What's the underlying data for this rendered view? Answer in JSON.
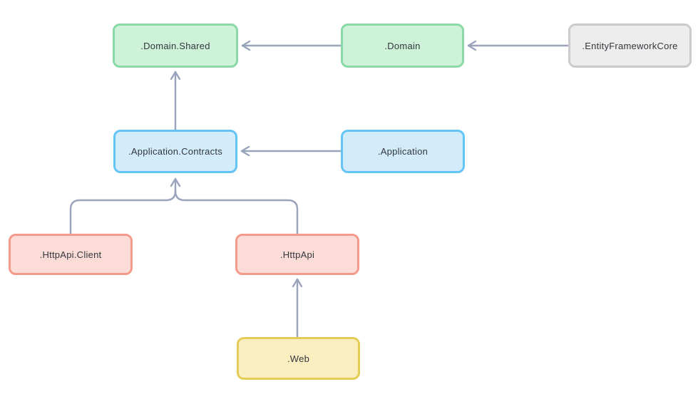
{
  "diagram": {
    "type": "dependency-graph",
    "background": "#ffffff",
    "arrow_color": "#9aa3bc",
    "text_color": "#33373d",
    "themes": {
      "green": {
        "fill": "#cdf2d8",
        "border": "#8bd9a7"
      },
      "blue": {
        "fill": "#d2ecfc",
        "border": "#63c5f5"
      },
      "red": {
        "fill": "#fcdcd7",
        "border": "#f49a8a"
      },
      "yellow": {
        "fill": "#faeec0",
        "border": "#e4cd55"
      },
      "gray": {
        "fill": "#ededed",
        "border": "#cbcbcb"
      }
    },
    "nodes": [
      {
        "id": "domain-shared",
        "label": ".Domain.Shared",
        "theme": "green"
      },
      {
        "id": "domain",
        "label": ".Domain",
        "theme": "green"
      },
      {
        "id": "entity-framework-core",
        "label": ".EntityFrameworkCore",
        "theme": "gray"
      },
      {
        "id": "application-contracts",
        "label": ".Application.Contracts",
        "theme": "blue"
      },
      {
        "id": "application",
        "label": ".Application",
        "theme": "blue"
      },
      {
        "id": "http-api-client",
        "label": ".HttpApi.Client",
        "theme": "red"
      },
      {
        "id": "http-api",
        "label": ".HttpApi",
        "theme": "red"
      },
      {
        "id": "web",
        "label": ".Web",
        "theme": "yellow"
      }
    ],
    "edges": [
      {
        "from": "domain",
        "to": "domain-shared"
      },
      {
        "from": "entity-framework-core",
        "to": "domain"
      },
      {
        "from": "application-contracts",
        "to": "domain-shared"
      },
      {
        "from": "application",
        "to": "application-contracts"
      },
      {
        "from": "http-api-client",
        "to": "application-contracts"
      },
      {
        "from": "http-api",
        "to": "application-contracts"
      },
      {
        "from": "web",
        "to": "http-api"
      }
    ]
  }
}
